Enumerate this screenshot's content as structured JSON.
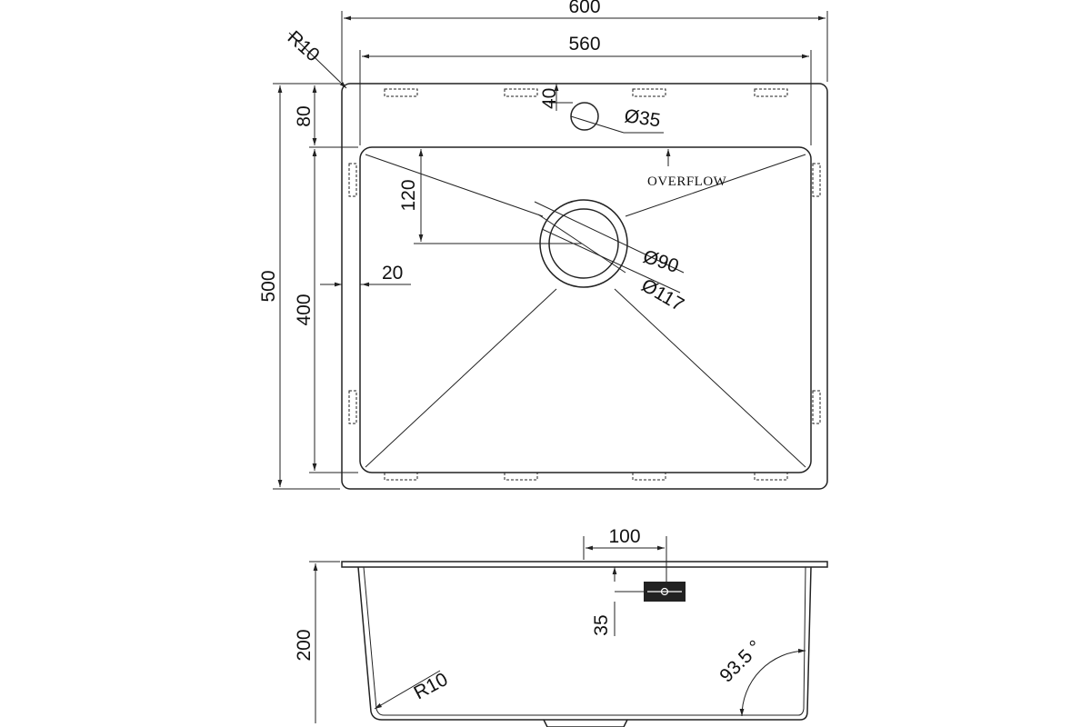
{
  "plan_view": {
    "overall_width": "600",
    "bowl_width": "560",
    "corner_radius": "R10",
    "tap_hole_offset": "40",
    "tap_hole_diameter": "Ø35",
    "top_deck_depth": "80",
    "overall_depth": "500",
    "bowl_depth": "400",
    "drain_offset": "120",
    "side_rim": "20",
    "drain_diameter_inner": "Ø90",
    "drain_diameter_outer": "Ø117",
    "overflow_label": "OVERFLOW"
  },
  "section_view": {
    "overflow_offset": "100",
    "overflow_height": "35",
    "bowl_height": "200",
    "bottom_radius": "R10",
    "wall_angle": "93.5 °"
  }
}
